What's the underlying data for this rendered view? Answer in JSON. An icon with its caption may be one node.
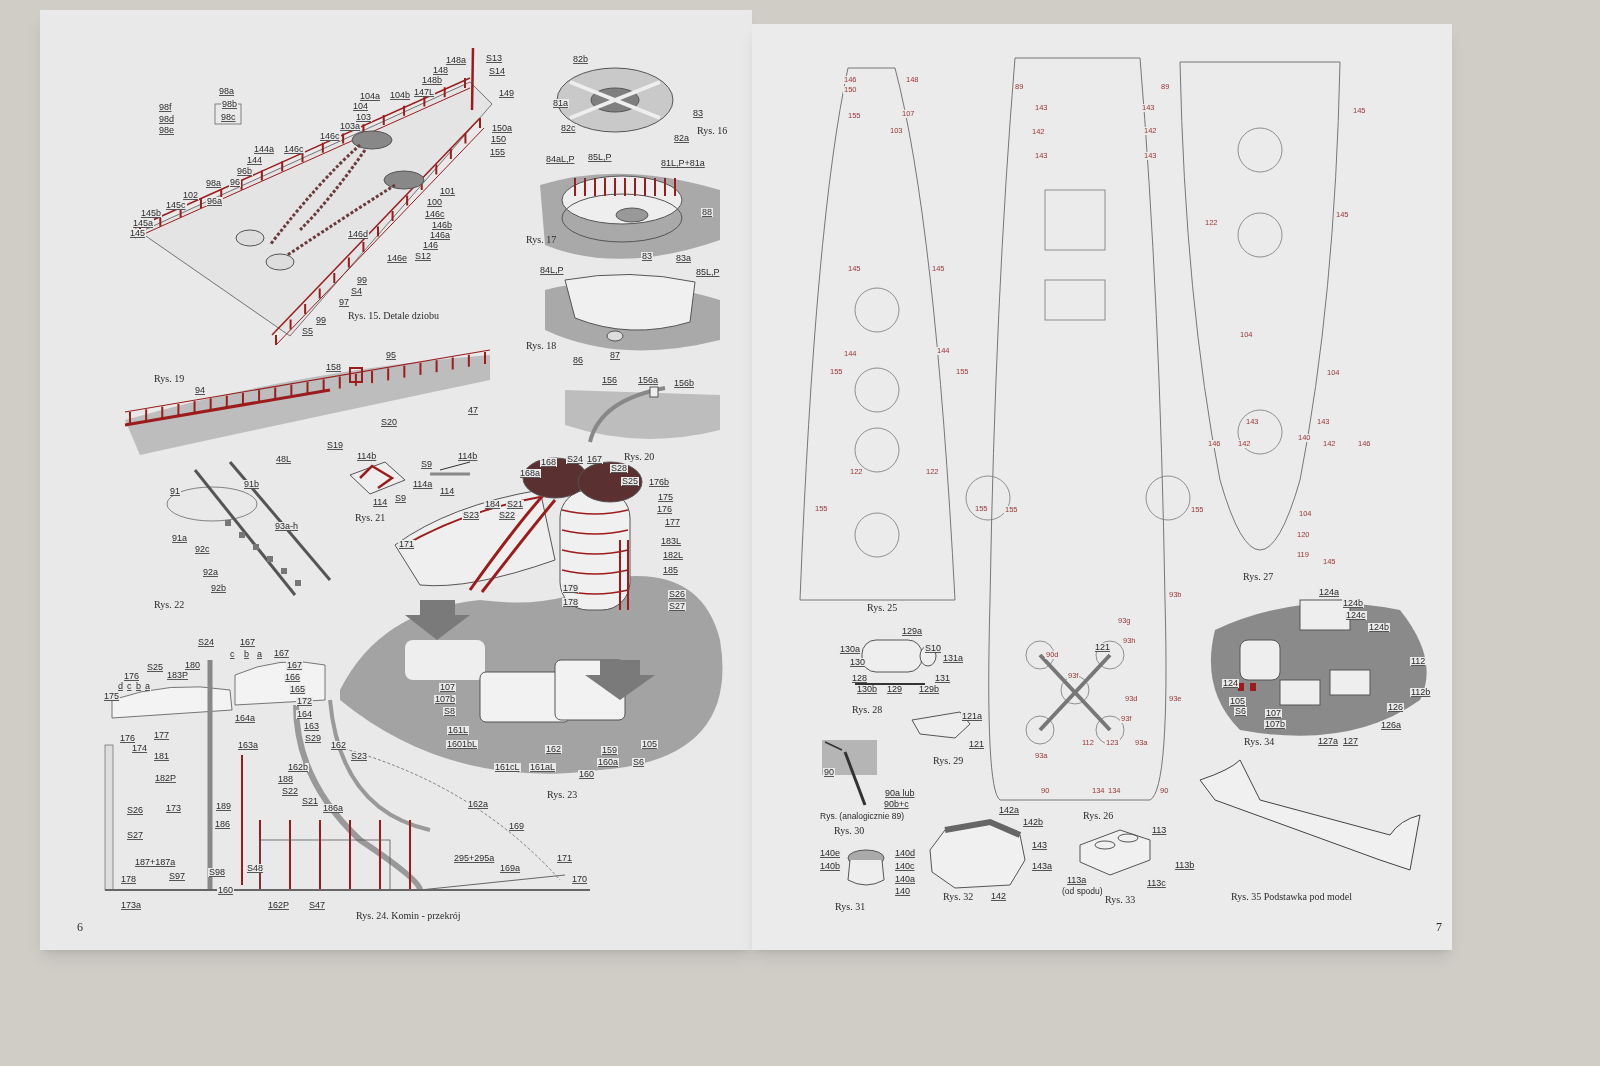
{
  "diagram": {
    "labels": [
      "98a",
      "98f",
      "98b",
      "98d",
      "98c",
      "98e",
      "148a",
      "S13",
      "148",
      "S14",
      "148b",
      "147L",
      "149",
      "104a",
      "104b",
      "104",
      "103",
      "103a",
      "146c",
      "144a",
      "146c",
      "144",
      "96b",
      "150a",
      "150",
      "155",
      "98a",
      "96",
      "102",
      "96a",
      "145c",
      "145b",
      "145a",
      "145",
      "101",
      "100",
      "146c",
      "146b",
      "146a",
      "146",
      "146d",
      "146e",
      "S12",
      "99",
      "S4",
      "97",
      "99",
      "S5",
      "Rys. 15. Detale dziobu",
      "82b",
      "81a",
      "83",
      "82c",
      "82a",
      "Rys. 16",
      "84aL,P",
      "85L,P",
      "81L,P+81a",
      "88",
      "Rys. 17",
      "83",
      "83a",
      "84L,P",
      "85L,P",
      "Rys. 18",
      "86",
      "87",
      "Rys. 19",
      "158",
      "95",
      "94",
      "S20",
      "47",
      "S19",
      "48L",
      "156",
      "156a",
      "156b",
      "114b",
      "S9",
      "114b",
      "Rys. 20",
      "114a",
      "114",
      "114",
      "S9",
      "Rys. 21",
      "91",
      "91b",
      "93a-h",
      "91a",
      "92c",
      "92a",
      "92b",
      "Rys. 22",
      "168",
      "S24",
      "167",
      "168a",
      "S28",
      "S25",
      "176b",
      "175",
      "184",
      "S21",
      "176",
      "S23",
      "S22",
      "177",
      "183L",
      "171",
      "182L",
      "185",
      "179",
      "S26",
      "178",
      "S27",
      "107",
      "107b",
      "S8",
      "161L",
      "1601bL",
      "162",
      "159",
      "105",
      "161cL",
      "161aL",
      "160",
      "160a",
      "S6",
      "Rys. 23",
      "S24",
      "167",
      "c",
      "b",
      "a",
      "167",
      "S25",
      "180",
      "167",
      "176",
      "183P",
      "d",
      "c",
      "b",
      "a",
      "166",
      "175",
      "165",
      "172",
      "164a",
      "164",
      "163",
      "176",
      "177",
      "S29",
      "174",
      "163a",
      "162",
      "181",
      "S23",
      "162b",
      "182P",
      "188",
      "S22",
      "S26",
      "173",
      "189",
      "S21",
      "186a",
      "162a",
      "186",
      "169",
      "S27",
      "295+295a",
      "187+187a",
      "171",
      "S97",
      "S98",
      "S48",
      "169a",
      "178",
      "170",
      "160",
      "173a",
      "162P",
      "S47",
      "Rys. 24. Komin - przekrój",
      "6",
      "146",
      "148",
      "150",
      "155",
      "107",
      "103",
      "145",
      "145",
      "144",
      "144",
      "155",
      "155",
      "122",
      "122",
      "155",
      "155",
      "Rys. 25",
      "89",
      "89",
      "143",
      "143",
      "142",
      "142",
      "143",
      "143",
      "155",
      "155",
      "93b",
      "93g",
      "121",
      "93h",
      "90d",
      "93f",
      "93d",
      "93e",
      "93f",
      "112",
      "123",
      "93a",
      "93a",
      "90",
      "134",
      "134",
      "90",
      "Rys. 26",
      "145",
      "145",
      "122",
      "104",
      "104",
      "143",
      "143",
      "146",
      "142",
      "140",
      "142",
      "146",
      "104",
      "120",
      "119",
      "145",
      "Rys. 27",
      "129a",
      "130a",
      "S10",
      "131a",
      "130",
      "128",
      "131",
      "130b",
      "129",
      "129b",
      "Rys. 28",
      "121a",
      "121",
      "Rys. 29",
      "90",
      "90a lub",
      "90b+c",
      "Rys. (analogicznie 89)",
      "Rys. 30",
      "140e",
      "140d",
      "140b",
      "140c",
      "140a",
      "140",
      "Rys. 31",
      "142a",
      "142b",
      "143",
      "143a",
      "Rys. 32",
      "142",
      "113",
      "113b",
      "113a",
      "(od spodu)",
      "113c",
      "Rys. 33",
      "124a",
      "124b",
      "124c",
      "124b",
      "112",
      "124",
      "112b",
      "105",
      "126",
      "S6",
      "107",
      "107b",
      "126a",
      "Rys. 34",
      "127a",
      "127",
      "Rys. 35 Podstawka pod model",
      "7"
    ]
  }
}
